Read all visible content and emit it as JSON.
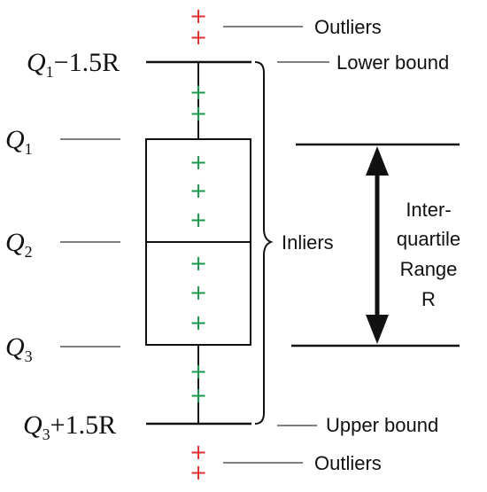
{
  "labels": {
    "outliers_top": "Outliers",
    "outliers_bottom": "Outliers",
    "lower_bound": "Lower bound",
    "upper_bound": "Upper bound",
    "inliers": "Inliers",
    "iqr_line1": "Inter-",
    "iqr_line2": "quartile",
    "iqr_line3": "Range",
    "iqr_line4": "R"
  },
  "quantiles": {
    "lower_whisker": {
      "q": "Q",
      "sub": "1",
      "rest": "−1.5R"
    },
    "q1": {
      "q": "Q",
      "sub": "1"
    },
    "q2": {
      "q": "Q",
      "sub": "2"
    },
    "q3": {
      "q": "Q",
      "sub": "3"
    },
    "upper_whisker": {
      "q": "Q",
      "sub": "3",
      "rest": "+1.5R"
    }
  },
  "colors": {
    "inlier": "#1a9a4a",
    "outlier": "#e03030",
    "line": "#111111"
  },
  "points": {
    "inlier_marker": "+",
    "outlier_marker": "+"
  }
}
